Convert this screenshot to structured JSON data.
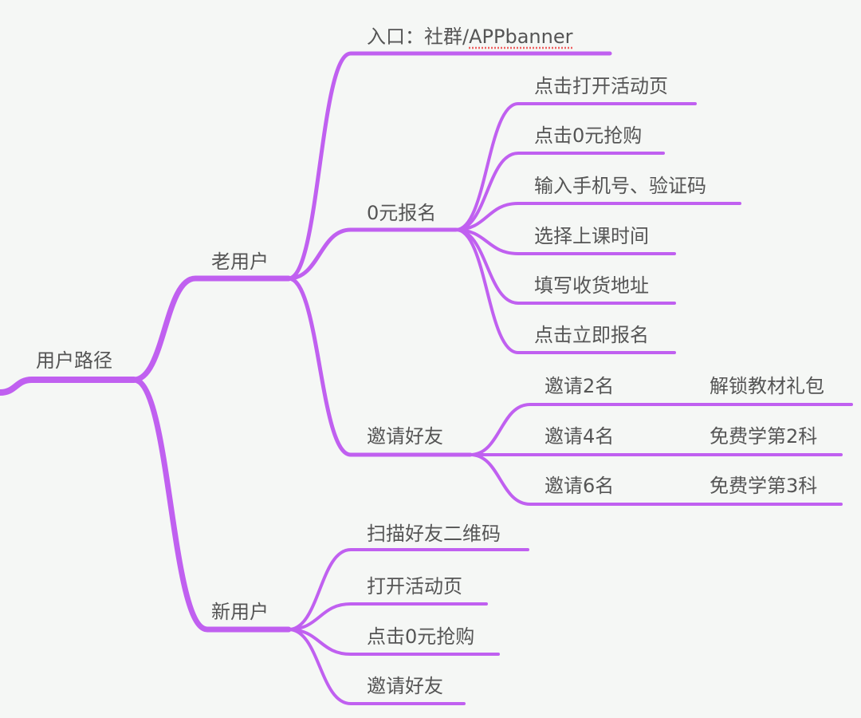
{
  "colors": {
    "line": "#c060f0",
    "text": "#555555",
    "background": "#f5f7f5"
  },
  "root": "用户路径",
  "old_user": {
    "label": "老用户",
    "entry": {
      "prefix": "入口：社群/",
      "app": "APPbanner"
    },
    "signup": {
      "label": "0元报名",
      "steps": [
        "点击打开活动页",
        "点击0元抢购",
        "输入手机号、验证码",
        "选择上课时间",
        "填写收货地址",
        "点击立即报名"
      ]
    },
    "invite": {
      "label": "邀请好友",
      "tiers": [
        {
          "count": "邀请2名",
          "reward": "解锁教材礼包"
        },
        {
          "count": "邀请4名",
          "reward": "免费学第2科"
        },
        {
          "count": "邀请6名",
          "reward": "免费学第3科"
        }
      ]
    }
  },
  "new_user": {
    "label": "新用户",
    "steps": [
      "扫描好友二维码",
      "打开活动页",
      "点击0元抢购",
      "邀请好友"
    ]
  }
}
